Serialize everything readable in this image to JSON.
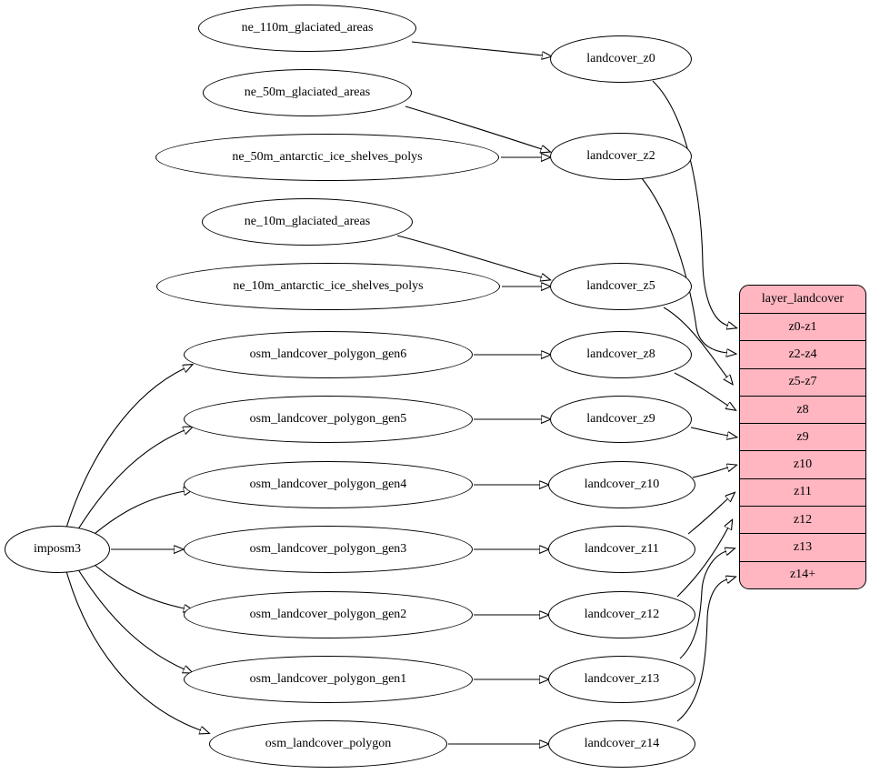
{
  "diagram": {
    "nodes": {
      "imposm3": "imposm3",
      "ne_110m_glaciated_areas": "ne_110m_glaciated_areas",
      "ne_50m_glaciated_areas": "ne_50m_glaciated_areas",
      "ne_50m_antarctic_ice_shelves_polys": "ne_50m_antarctic_ice_shelves_polys",
      "ne_10m_glaciated_areas": "ne_10m_glaciated_areas",
      "ne_10m_antarctic_ice_shelves_polys": "ne_10m_antarctic_ice_shelves_polys",
      "osm_landcover_polygon_gen6": "osm_landcover_polygon_gen6",
      "osm_landcover_polygon_gen5": "osm_landcover_polygon_gen5",
      "osm_landcover_polygon_gen4": "osm_landcover_polygon_gen4",
      "osm_landcover_polygon_gen3": "osm_landcover_polygon_gen3",
      "osm_landcover_polygon_gen2": "osm_landcover_polygon_gen2",
      "osm_landcover_polygon_gen1": "osm_landcover_polygon_gen1",
      "osm_landcover_polygon": "osm_landcover_polygon",
      "landcover_z0": "landcover_z0",
      "landcover_z2": "landcover_z2",
      "landcover_z5": "landcover_z5",
      "landcover_z8": "landcover_z8",
      "landcover_z9": "landcover_z9",
      "landcover_z10": "landcover_z10",
      "landcover_z11": "landcover_z11",
      "landcover_z12": "landcover_z12",
      "landcover_z13": "landcover_z13",
      "landcover_z14": "landcover_z14"
    },
    "table": {
      "title": "layer_landcover",
      "rows": [
        "z0-z1",
        "z2-z4",
        "z5-z7",
        "z8",
        "z9",
        "z10",
        "z11",
        "z12",
        "z13",
        "z14+"
      ]
    },
    "edges": [
      {
        "from": "ne_110m_glaciated_areas",
        "to": "landcover_z0"
      },
      {
        "from": "ne_50m_glaciated_areas",
        "to": "landcover_z2"
      },
      {
        "from": "ne_50m_antarctic_ice_shelves_polys",
        "to": "landcover_z2"
      },
      {
        "from": "ne_10m_glaciated_areas",
        "to": "landcover_z5"
      },
      {
        "from": "ne_10m_antarctic_ice_shelves_polys",
        "to": "landcover_z5"
      },
      {
        "from": "osm_landcover_polygon_gen6",
        "to": "landcover_z8"
      },
      {
        "from": "osm_landcover_polygon_gen5",
        "to": "landcover_z9"
      },
      {
        "from": "osm_landcover_polygon_gen4",
        "to": "landcover_z10"
      },
      {
        "from": "osm_landcover_polygon_gen3",
        "to": "landcover_z11"
      },
      {
        "from": "osm_landcover_polygon_gen2",
        "to": "landcover_z12"
      },
      {
        "from": "osm_landcover_polygon_gen1",
        "to": "landcover_z13"
      },
      {
        "from": "osm_landcover_polygon",
        "to": "landcover_z14"
      },
      {
        "from": "imposm3",
        "to": "osm_landcover_polygon_gen6"
      },
      {
        "from": "imposm3",
        "to": "osm_landcover_polygon_gen5"
      },
      {
        "from": "imposm3",
        "to": "osm_landcover_polygon_gen4"
      },
      {
        "from": "imposm3",
        "to": "osm_landcover_polygon_gen3"
      },
      {
        "from": "imposm3",
        "to": "osm_landcover_polygon_gen2"
      },
      {
        "from": "imposm3",
        "to": "osm_landcover_polygon_gen1"
      },
      {
        "from": "imposm3",
        "to": "osm_landcover_polygon"
      },
      {
        "from": "landcover_z0",
        "to": "layer_landcover.z0-z1"
      },
      {
        "from": "landcover_z2",
        "to": "layer_landcover.z2-z4"
      },
      {
        "from": "landcover_z5",
        "to": "layer_landcover.z5-z7"
      },
      {
        "from": "landcover_z8",
        "to": "layer_landcover.z8"
      },
      {
        "from": "landcover_z9",
        "to": "layer_landcover.z9"
      },
      {
        "from": "landcover_z10",
        "to": "layer_landcover.z10"
      },
      {
        "from": "landcover_z11",
        "to": "layer_landcover.z11"
      },
      {
        "from": "landcover_z12",
        "to": "layer_landcover.z12"
      },
      {
        "from": "landcover_z13",
        "to": "layer_landcover.z13"
      },
      {
        "from": "landcover_z14",
        "to": "layer_landcover.z14+"
      }
    ],
    "colors": {
      "table_fill": "#ffb6c1",
      "node_fill": "#ffffff",
      "edge_color": "#000000"
    }
  }
}
